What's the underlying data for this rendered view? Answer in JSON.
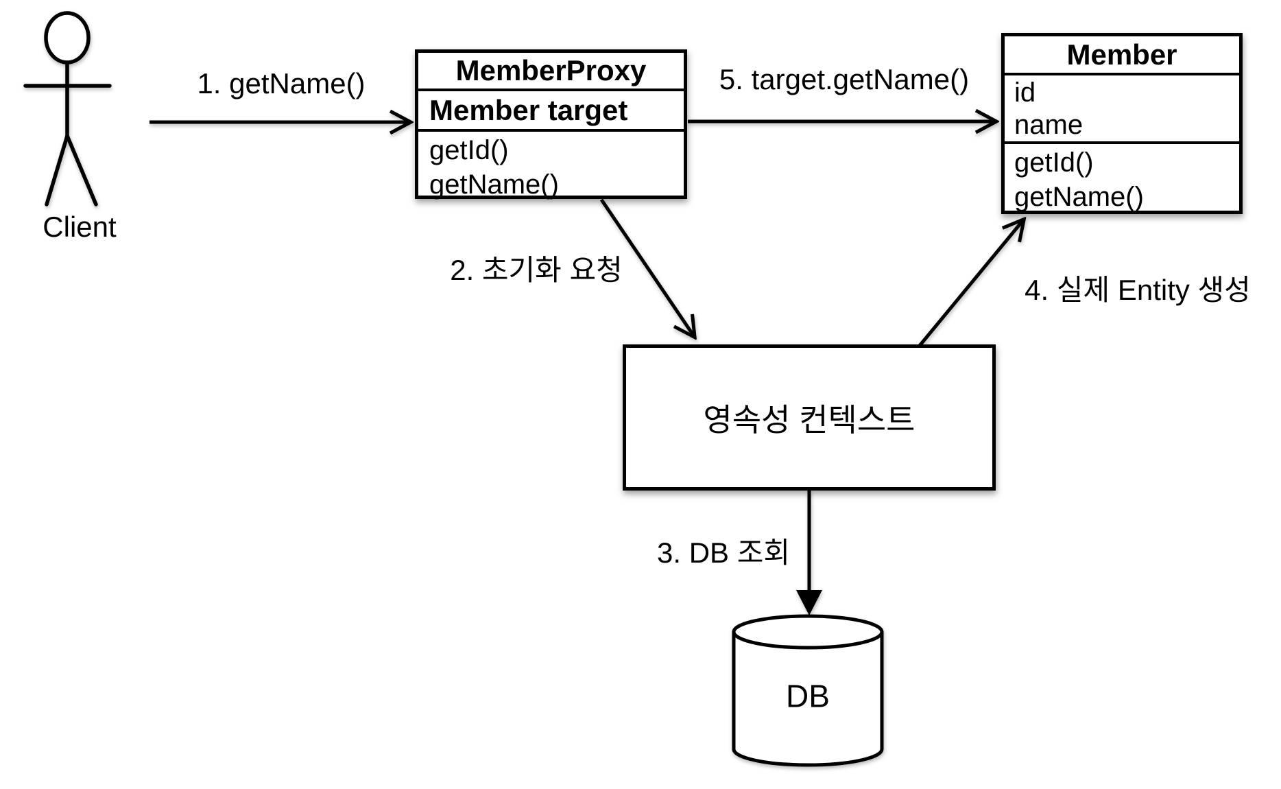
{
  "actor": {
    "label": "Client"
  },
  "classes": {
    "member_proxy": {
      "name": "MemberProxy",
      "field": "Member target",
      "methods": [
        "getId()",
        "getName()"
      ]
    },
    "member": {
      "name": "Member",
      "attributes": [
        "id",
        "name"
      ],
      "methods": [
        "getId()",
        "getName()"
      ]
    }
  },
  "persistence_context": {
    "label": "영속성 컨텍스트"
  },
  "database": {
    "label": "DB"
  },
  "steps": {
    "s1": "1. getName()",
    "s2": "2. 초기화 요청",
    "s3": "3. DB 조회",
    "s4": "4. 실제 Entity 생성",
    "s5": "5. target.getName()"
  },
  "colors": {
    "stroke": "#000000",
    "background": "#ffffff"
  }
}
